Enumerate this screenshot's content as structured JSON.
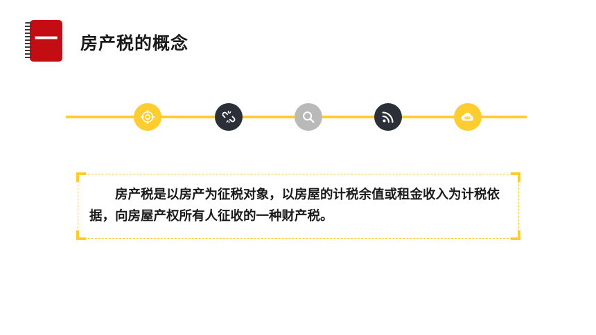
{
  "header": {
    "section_number": "一",
    "title": "房产税的概念"
  },
  "timeline": {
    "line_color": "#ffcd2e",
    "nodes": [
      {
        "icon": "target-icon",
        "color": "#ffcd2e"
      },
      {
        "icon": "broken-link-icon",
        "color": "#2b2f38"
      },
      {
        "icon": "search-icon",
        "color": "#b9b9b9"
      },
      {
        "icon": "rss-icon",
        "color": "#2b2f38"
      },
      {
        "icon": "cloud-link-icon",
        "color": "#ffcd2e"
      }
    ]
  },
  "definition": {
    "text": "房产税是以房产为征税对象，以房屋的计税余值或租金收入为计税依据，向房屋产权所有人征收的一种财产税。"
  },
  "colors": {
    "accent": "#ffcd2e",
    "badge": "#c40d12",
    "dark": "#2b2f38"
  }
}
